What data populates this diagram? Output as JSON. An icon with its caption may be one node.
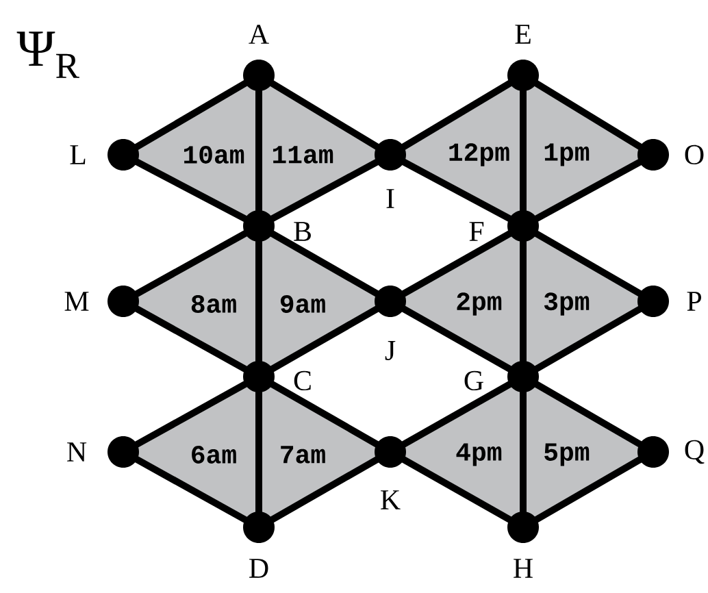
{
  "diagram": {
    "title": "Ψ$_{R}$",
    "nodes": [
      {
        "text": [],
        "shape": "circle",
        "beside": [
          "A"
        ]
      },
      {
        "text": [],
        "shape": "circle",
        "beside": [
          "E"
        ]
      },
      {
        "text": [],
        "shape": "circle",
        "beside": [
          "L"
        ]
      },
      {
        "text": [],
        "shape": "circle",
        "beside": [
          "I"
        ]
      },
      {
        "text": [],
        "shape": "circle",
        "beside": [
          "O"
        ]
      },
      {
        "text": [],
        "shape": "circle",
        "beside": [
          "B"
        ]
      },
      {
        "text": [],
        "shape": "circle",
        "beside": [
          "F"
        ]
      },
      {
        "text": [],
        "shape": "circle",
        "beside": [
          "M"
        ]
      },
      {
        "text": [],
        "shape": "circle",
        "beside": [
          "J"
        ]
      },
      {
        "text": [],
        "shape": "circle",
        "beside": [
          "P"
        ]
      },
      {
        "text": [],
        "shape": "circle",
        "beside": [
          "C"
        ]
      },
      {
        "text": [],
        "shape": "circle",
        "beside": [
          "G"
        ]
      },
      {
        "text": [],
        "shape": "circle",
        "beside": [
          "N"
        ]
      },
      {
        "text": [],
        "shape": "circle",
        "beside": [
          "K"
        ]
      },
      {
        "text": [],
        "shape": "circle",
        "beside": [
          "Q"
        ]
      },
      {
        "text": [],
        "shape": "circle",
        "beside": [
          "D"
        ]
      },
      {
        "text": [],
        "shape": "circle",
        "beside": [
          "H"
        ]
      },
      {
        "text": [
          "10am"
        ]
      },
      {
        "text": [
          "11am"
        ]
      },
      {
        "text": [
          "12pm"
        ]
      },
      {
        "text": [
          "1pm"
        ]
      },
      {
        "text": [
          "8am"
        ]
      },
      {
        "text": [
          "9am"
        ]
      },
      {
        "text": [
          "2pm"
        ]
      },
      {
        "text": [
          "3pm"
        ]
      },
      {
        "text": [
          "6am"
        ]
      },
      {
        "text": [
          "7am"
        ]
      },
      {
        "text": [
          "4pm"
        ]
      },
      {
        "text": [
          "5pm"
        ]
      }
    ],
    "edges": [
      {
        "from": 0,
        "to": 2,
        "arrow": "none"
      },
      {
        "from": 2,
        "to": 5,
        "arrow": "none"
      },
      {
        "from": 0,
        "to": 5,
        "arrow": "none"
      },
      {
        "from": 0,
        "to": 3,
        "arrow": "none"
      },
      {
        "from": 5,
        "to": 3,
        "arrow": "none"
      },
      {
        "from": 1,
        "to": 3,
        "arrow": "none"
      },
      {
        "from": 3,
        "to": 6,
        "arrow": "none"
      },
      {
        "from": 1,
        "to": 6,
        "arrow": "none"
      },
      {
        "from": 1,
        "to": 4,
        "arrow": "none"
      },
      {
        "from": 6,
        "to": 4,
        "arrow": "none"
      },
      {
        "from": 5,
        "to": 7,
        "arrow": "none"
      },
      {
        "from": 7,
        "to": 10,
        "arrow": "none"
      },
      {
        "from": 5,
        "to": 10,
        "arrow": "none"
      },
      {
        "from": 5,
        "to": 8,
        "arrow": "none"
      },
      {
        "from": 10,
        "to": 8,
        "arrow": "none"
      },
      {
        "from": 6,
        "to": 8,
        "arrow": "none"
      },
      {
        "from": 8,
        "to": 11,
        "arrow": "none"
      },
      {
        "from": 6,
        "to": 11,
        "arrow": "none"
      },
      {
        "from": 6,
        "to": 9,
        "arrow": "none"
      },
      {
        "from": 11,
        "to": 9,
        "arrow": "none"
      },
      {
        "from": 10,
        "to": 12,
        "arrow": "none"
      },
      {
        "from": 12,
        "to": 15,
        "arrow": "none"
      },
      {
        "from": 10,
        "to": 15,
        "arrow": "none"
      },
      {
        "from": 10,
        "to": 13,
        "arrow": "none"
      },
      {
        "from": 15,
        "to": 13,
        "arrow": "none"
      },
      {
        "from": 11,
        "to": 13,
        "arrow": "none"
      },
      {
        "from": 13,
        "to": 16,
        "arrow": "none"
      },
      {
        "from": 11,
        "to": 16,
        "arrow": "none"
      },
      {
        "from": 11,
        "to": 14,
        "arrow": "none"
      },
      {
        "from": 16,
        "to": 14,
        "arrow": "none"
      }
    ]
  }
}
